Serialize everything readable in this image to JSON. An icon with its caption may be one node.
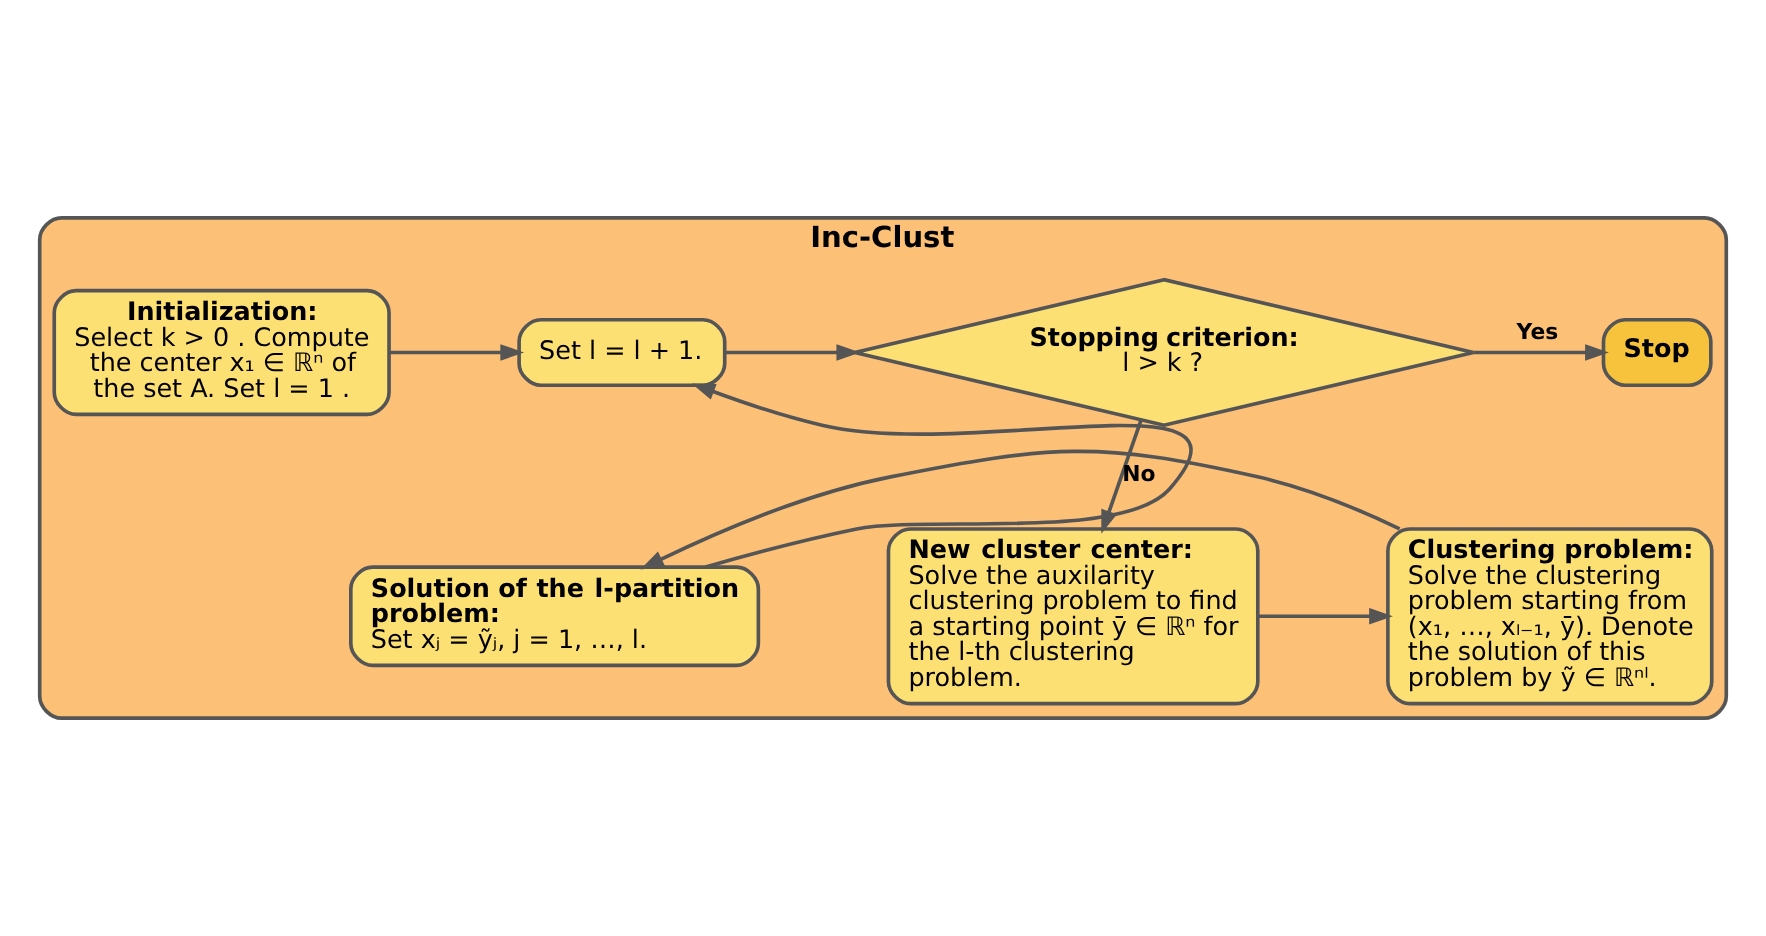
{
  "diagram": {
    "nodes": [
      {
        "text": [
          "Inc-Clust"
        ]
      },
      {
        "text": [
          "Initialization:",
          "Select k > 0 . Compute the center x₁ ∈ ℝⁿ of the set A. Set l = 1 ."
        ],
        "in": 0
      },
      {
        "text": [
          "Set l = l + 1."
        ],
        "in": 0
      },
      {
        "text": [
          "Stopping criterion:",
          "l > k ?"
        ],
        "in": 0
      },
      {
        "text": [
          "Stop"
        ],
        "in": 0
      },
      {
        "text": [
          "New cluster center:",
          "Solve the auxilarity clustering problem to find a starting point ȳ ∈ ℝⁿ for the l-th clustering problem."
        ],
        "in": 0
      },
      {
        "text": [
          "Clustering problem:",
          "Solve the clustering problem starting from (x₁, …, xₗ₋₁, ȳ). Denote the solution of this problem by ỹ ∈ ℝⁿˡ."
        ],
        "in": 0
      },
      {
        "text": [
          "Solution of the l-partition problem:",
          "Set xⱼ = ỹⱼ, j = 1, …, l."
        ],
        "in": 0
      }
    ],
    "edges": [
      {
        "from": 1,
        "to": 2,
        "arrow": "to"
      },
      {
        "from": 2,
        "to": 3,
        "arrow": "to"
      },
      {
        "from": 3,
        "to": 4,
        "arrow": "to",
        "label": "Yes"
      },
      {
        "from": 3,
        "to": 5,
        "arrow": "to",
        "label": "No"
      },
      {
        "from": 5,
        "to": 6,
        "arrow": "to"
      },
      {
        "from": 6,
        "to": 7,
        "arrow": "to"
      },
      {
        "from": 7,
        "to": 2,
        "arrow": "to"
      }
    ]
  }
}
